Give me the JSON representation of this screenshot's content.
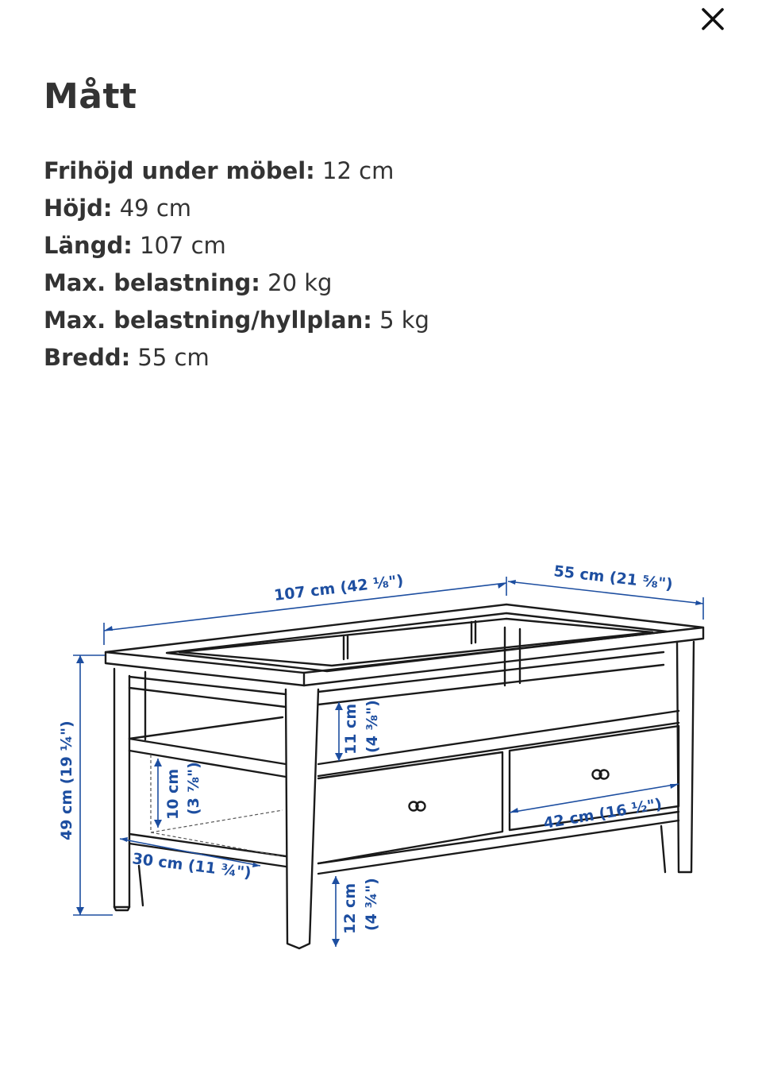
{
  "page": {
    "title": "Mått",
    "close_icon": "close-icon"
  },
  "dimensions": [
    {
      "label": "Frihöjd under möbel:",
      "value": "12 cm"
    },
    {
      "label": "Höjd:",
      "value": "49 cm"
    },
    {
      "label": "Längd:",
      "value": "107 cm"
    },
    {
      "label": "Max. belastning:",
      "value": "20 kg"
    },
    {
      "label": "Max. belastning/hyllplan:",
      "value": "5 kg"
    },
    {
      "label": "Bredd:",
      "value": "55 cm"
    }
  ],
  "diagram": {
    "length": "107 cm (42 ⅛\")",
    "width": "55 cm (21 ⅝\")",
    "height": "49 cm (19 ¼\")",
    "shelf_gap": "11 cm",
    "shelf_gap_in": "(4 ⅜\")",
    "drawer_height": "10 cm",
    "drawer_height_in": "(3 ⅞\")",
    "drawer_depth": "30 cm (11 ¾\")",
    "drawer_width": "42 cm (16 ½\")",
    "clearance": "12 cm",
    "clearance_in": "(4 ¾\")",
    "dimension_color": "#1d4ea0",
    "line_color": "#1a1a1a"
  }
}
